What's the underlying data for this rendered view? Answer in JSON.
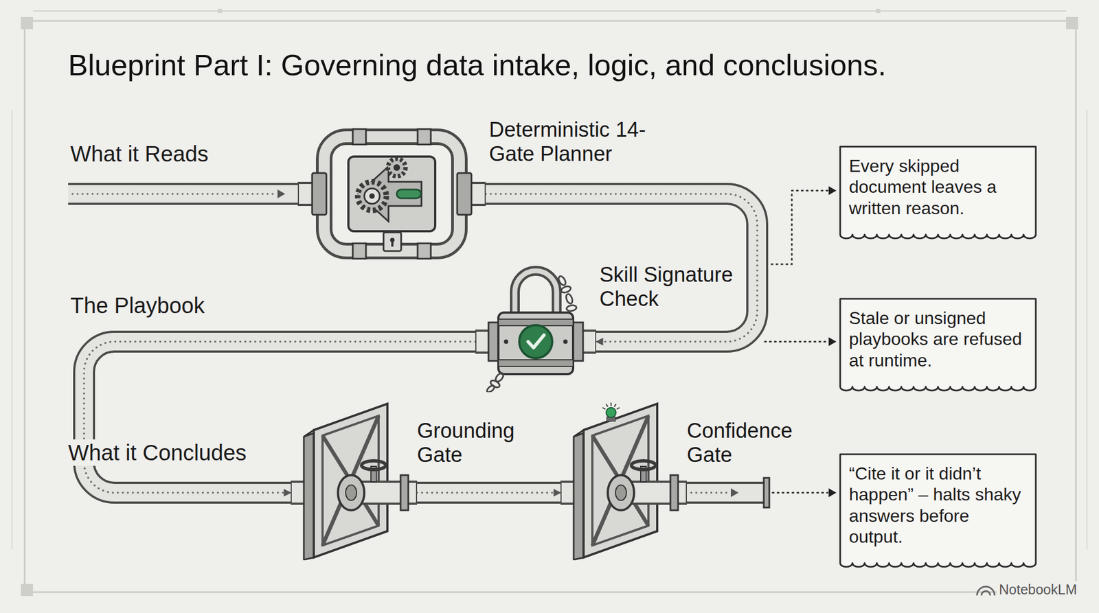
{
  "diagram": {
    "title": "Blueprint Part I: Governing data intake, logic, and conclusions.",
    "nodes": [
      {
        "text": [
          "Deterministic 14-Gate Planner"
        ]
      },
      {
        "text": [
          "Skill Signature Check"
        ]
      },
      {
        "text": [
          "Grounding Gate"
        ]
      },
      {
        "text": [
          "Confidence Gate"
        ]
      },
      {
        "text": [
          "Every skipped document leaves a written reason."
        ]
      },
      {
        "text": [
          "Stale or unsigned playbooks are refused at runtime."
        ]
      },
      {
        "text": [
          "“Cite it or it didn’t happen” – halts shaky answers before output."
        ]
      }
    ],
    "edges": [
      {
        "from": 0,
        "to": 1,
        "arrow": "to"
      },
      {
        "from": 1,
        "to": 2,
        "arrow": "to"
      },
      {
        "from": 2,
        "to": 3,
        "arrow": "to"
      }
    ],
    "labels": [
      "What it Reads",
      "The Playbook",
      "What it Concludes",
      "NotebookLM"
    ]
  }
}
